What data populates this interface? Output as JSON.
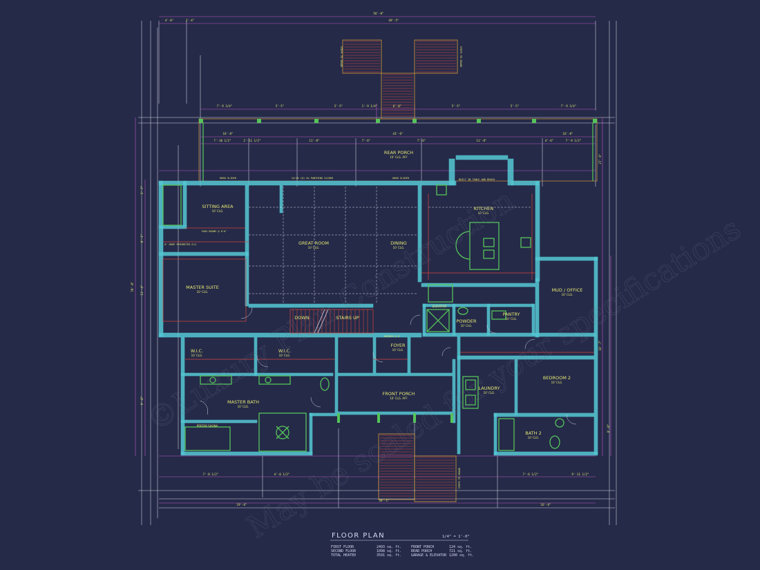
{
  "rooms": {
    "rear_porch": {
      "name": "REAR PORCH",
      "ceiling": "10' CLG. AFF"
    },
    "sitting_area": {
      "name": "SITTING AREA",
      "ceiling": "10' CLG."
    },
    "great_room": {
      "name": "GREAT ROOM",
      "ceiling": "10' CLG."
    },
    "dining": {
      "name": "DINING",
      "ceiling": "10' CLG."
    },
    "kitchen": {
      "name": "KITCHEN",
      "ceiling": "10' CLG."
    },
    "master_suite": {
      "name": "MASTER SUITE",
      "ceiling": "10' CLG."
    },
    "mud_office": {
      "name": "MUD / OFFICE",
      "ceiling": "10' CLG."
    },
    "elevator": {
      "name": "ELEVATOR"
    },
    "powder": {
      "name": "POWDER",
      "ceiling": "10' CLG."
    },
    "pantry": {
      "name": "PANTRY",
      "ceiling": "10' CLG."
    },
    "down": {
      "name": "DOWN"
    },
    "stairs_up": {
      "name": "STAIRS UP"
    },
    "foyer": {
      "name": "FOYER",
      "ceiling": "10' CLG."
    },
    "wic_left": {
      "name": "W.I.C.",
      "ceiling": "10' CLG."
    },
    "wic_right": {
      "name": "W.I.C.",
      "ceiling": "10' CLG."
    },
    "master_bath": {
      "name": "MASTER BATH",
      "ceiling": "10' CLG."
    },
    "laundry": {
      "name": "LAUNDRY",
      "ceiling": "10' CLG."
    },
    "bedroom_2": {
      "name": "BEDROOM 2",
      "ceiling": "10' CLG."
    },
    "bath_2": {
      "name": "BATH 2",
      "ceiling": "10' CLG."
    },
    "front_porch": {
      "name": "FRONT PORCH",
      "ceiling": "10' CLG. AFF"
    },
    "prefab_sauna": {
      "name": "PREFAB SAUNA"
    }
  },
  "notes": {
    "built_in": "BUILT IN TABLE AND BENCH",
    "faux_beams": "FAUX BEAMS @ 8'6\"",
    "drop_ceiling": "8' DROP PERIMETER CLG.",
    "sliding_door": "12/10 (6) 6x PANTHING SLIDER",
    "slider_1": "6068 SLIDER",
    "slider_2": "6068 SLIDER",
    "header": "HEADER @ 8'",
    "steps_grade_left": "STEPS TO GRADE",
    "steps_grade_right": "STEPS TO GRADE",
    "steps_grade_front": "STEPS TO GRADE"
  },
  "dims": {
    "overall_top": "56'-0\"",
    "top_right": "49'-5\"",
    "top_left_a": "4'-0\"",
    "top_left_b": "2'-4\"",
    "porch_left": "7'-9 3/4\"",
    "porch_a": "5'-5\"",
    "porch_b": "5'-5\"",
    "porch_c": "1'-9 1/4\"",
    "porch_d": "5'-5\"",
    "porch_e": "5'-5\"",
    "porch_right": "7'-9 3/4\"",
    "stair_width": "6'-0\"",
    "interior_a": "16'-0\"",
    "interior_b": "43'-6\"",
    "interior_c": "16'-0\"",
    "row_a": "7'-10 1/2\"",
    "row_b": "2'-11 1/2\"",
    "row_c": "11'-8\"",
    "row_d": "7'-6\"",
    "row_e": "7'-6\"",
    "row_f": "11'-8\"",
    "row_g": "4'-6\"",
    "row_h": "7'-9 1/2\"",
    "bottom_overall": "58'-1\"",
    "bottom_left": "19'-6\"",
    "bottom_right": "16'-6\"",
    "bottom_mid_a": "7'-8 1/2\"",
    "bottom_mid_b": "4'-0 1/2\"",
    "bottom_mid_c": "7'-6 1/2\"",
    "bottom_mid_d": "9'-11 1/2\"",
    "left_total": "70'-0\"",
    "left_a": "3'-7\"",
    "left_b": "8'-1\"",
    "left_c": "11'-4\"",
    "left_d": "9'-8\"",
    "right_a": "27'-6\"",
    "right_b": "16'-7\"",
    "right_c": "8'-0\""
  },
  "title_block": {
    "title": "FLOOR PLAN",
    "scale": "1/4\" = 1'-0\"",
    "first_floor": "FIRST FLOOR",
    "first_floor_area": "2493 sq. ft.",
    "second_floor": "SECOND FLOOR",
    "second_floor_area": "1098 sq. ft.",
    "total_heated": "TOTAL HEATED",
    "total_heated_area": "3591 sq. ft.",
    "front_porch": "FRONT PORCH",
    "front_porch_area": "124 sq. ft.",
    "rear_porch": "REAR PORCH",
    "rear_porch_area": "721 sq. ft.",
    "garage_elevator": "GARAGE & ELEVATOR",
    "garage_elevator_area": "1200 sq. ft."
  },
  "watermark": {
    "line1": "©Luxury Plan Construction",
    "line2": "May be scaled for your specifications"
  },
  "colors": {
    "background": "#252a48",
    "walls": "#56c8d4",
    "text": "#e6e873",
    "dimension": "#c457c8",
    "guide": "#d9dbe8",
    "stair_red": "#d8463e",
    "fixture_green": "#55c45a"
  }
}
